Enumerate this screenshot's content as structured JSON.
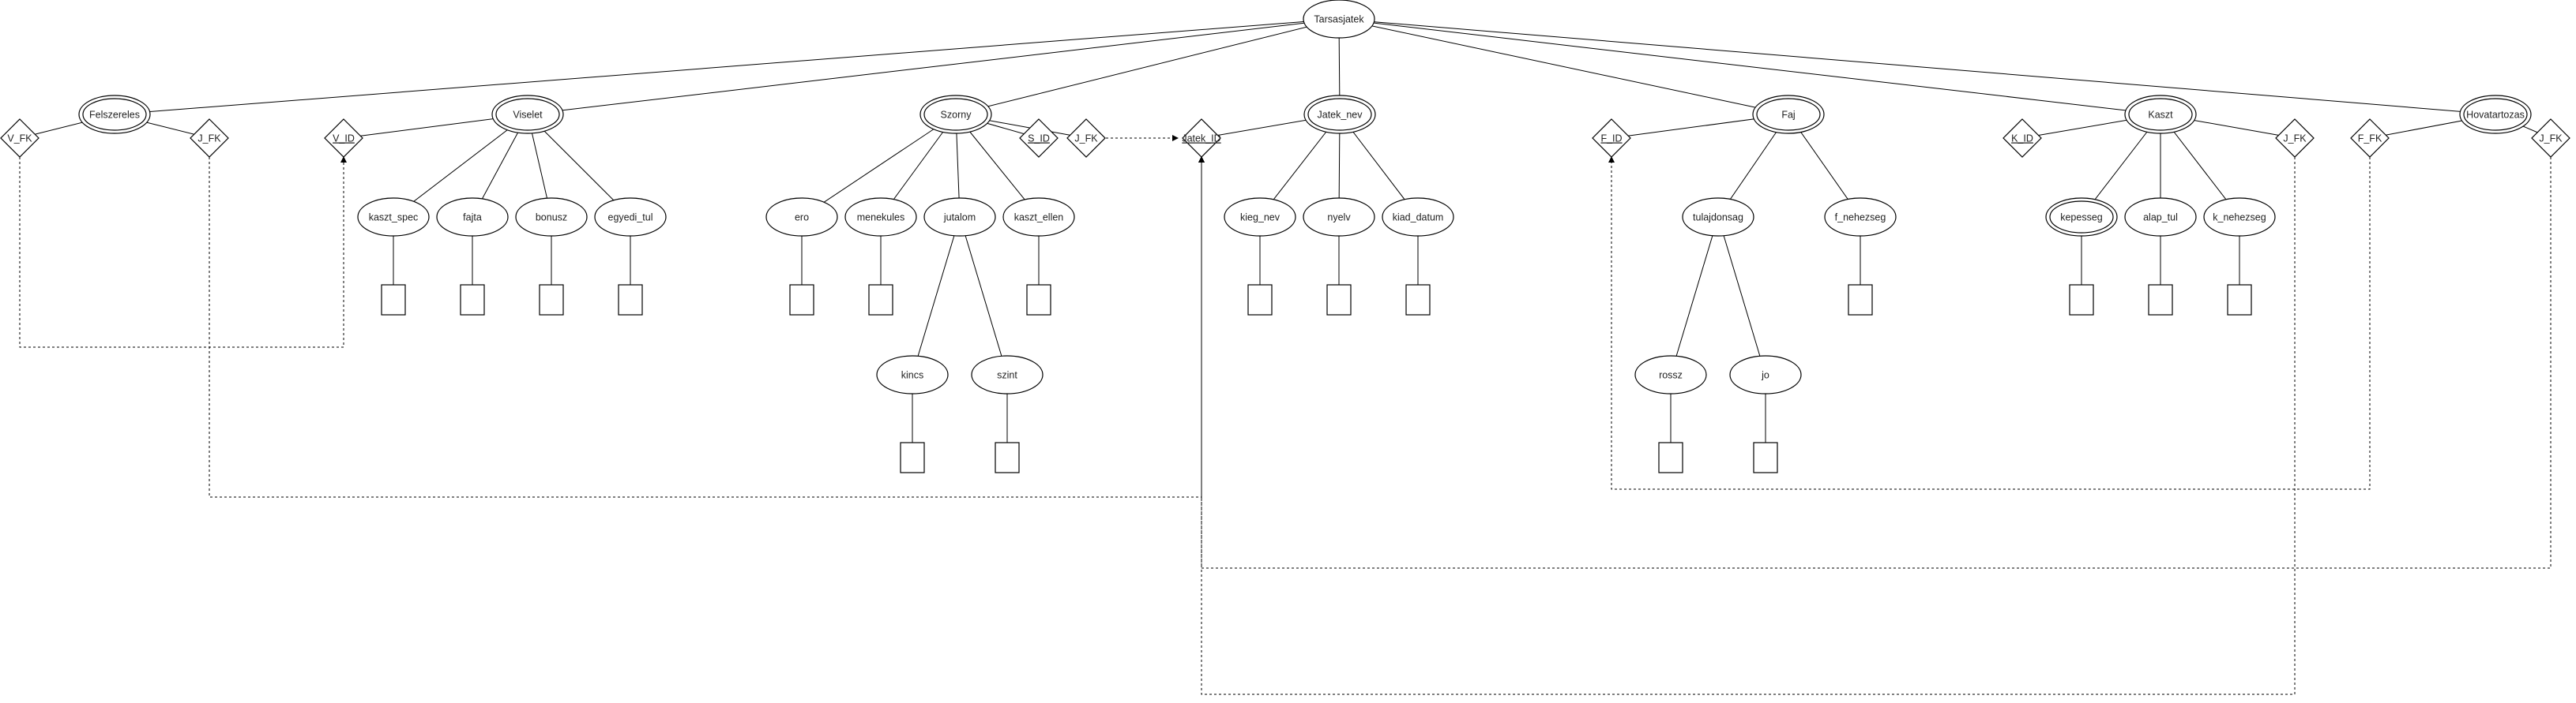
{
  "diagram": {
    "nodes": [
      {
        "id": "tarsasjatek",
        "label": "Tarsasjatek",
        "kind": "ellipse"
      },
      {
        "id": "felszereles",
        "label": "Felszereles",
        "kind": "double"
      },
      {
        "id": "viselet",
        "label": "Viselet",
        "kind": "double"
      },
      {
        "id": "szorny",
        "label": "Szorny",
        "kind": "double"
      },
      {
        "id": "jatek_nev",
        "label": "Jatek_nev",
        "kind": "double"
      },
      {
        "id": "faj",
        "label": "Faj",
        "kind": "double"
      },
      {
        "id": "kaszt",
        "label": "Kaszt",
        "kind": "double"
      },
      {
        "id": "hovatartozas",
        "label": "Hovatartozas",
        "kind": "double"
      },
      {
        "id": "v_fk",
        "label": "V_FK",
        "kind": "diamond"
      },
      {
        "id": "j_fk1",
        "label": "J_FK",
        "kind": "diamond"
      },
      {
        "id": "v_id",
        "label": "V_ID",
        "kind": "diamond",
        "underline": true
      },
      {
        "id": "s_id",
        "label": "S_ID",
        "kind": "diamond",
        "underline": true
      },
      {
        "id": "j_fk2",
        "label": "J_FK",
        "kind": "diamond"
      },
      {
        "id": "jatek_id",
        "label": "Jatek_ID",
        "kind": "diamond",
        "underline": true
      },
      {
        "id": "f_id",
        "label": "F_ID",
        "kind": "diamond",
        "underline": true
      },
      {
        "id": "k_id",
        "label": "K_ID",
        "kind": "diamond",
        "underline": true
      },
      {
        "id": "j_fk3",
        "label": "J_FK",
        "kind": "diamond"
      },
      {
        "id": "f_fk",
        "label": "F_FK",
        "kind": "diamond"
      },
      {
        "id": "j_fk4",
        "label": "J_FK",
        "kind": "diamond"
      },
      {
        "id": "kaszt_spec",
        "label": "kaszt_spec",
        "kind": "ellipse"
      },
      {
        "id": "fajta",
        "label": "fajta",
        "kind": "ellipse"
      },
      {
        "id": "bonusz",
        "label": "bonusz",
        "kind": "ellipse"
      },
      {
        "id": "egyedi_tul",
        "label": "egyedi_tul",
        "kind": "ellipse"
      },
      {
        "id": "ero",
        "label": "ero",
        "kind": "ellipse"
      },
      {
        "id": "menekules",
        "label": "menekules",
        "kind": "ellipse"
      },
      {
        "id": "jutalom",
        "label": "jutalom",
        "kind": "ellipse"
      },
      {
        "id": "kaszt_ellen",
        "label": "kaszt_ellen",
        "kind": "ellipse"
      },
      {
        "id": "kincs",
        "label": "kincs",
        "kind": "ellipse"
      },
      {
        "id": "szint",
        "label": "szint",
        "kind": "ellipse"
      },
      {
        "id": "kieg_nev",
        "label": "kieg_nev",
        "kind": "ellipse"
      },
      {
        "id": "nyelv",
        "label": "nyelv",
        "kind": "ellipse"
      },
      {
        "id": "kiad_datum",
        "label": "kiad_datum",
        "kind": "ellipse"
      },
      {
        "id": "tulajdonsag",
        "label": "tulajdonsag",
        "kind": "ellipse"
      },
      {
        "id": "f_nehezseg",
        "label": "f_nehezseg",
        "kind": "ellipse"
      },
      {
        "id": "rossz",
        "label": "rossz",
        "kind": "ellipse"
      },
      {
        "id": "jo",
        "label": "jo",
        "kind": "ellipse"
      },
      {
        "id": "kepesseg",
        "label": "kepesseg",
        "kind": "double"
      },
      {
        "id": "alap_tul",
        "label": "alap_tul",
        "kind": "ellipse"
      },
      {
        "id": "k_nehezseg",
        "label": "k_nehezseg",
        "kind": "ellipse"
      },
      {
        "id": "b_kaszt_spec",
        "label": "",
        "kind": "box"
      },
      {
        "id": "b_fajta",
        "label": "",
        "kind": "box"
      },
      {
        "id": "b_bonusz",
        "label": "",
        "kind": "box"
      },
      {
        "id": "b_egyedi_tul",
        "label": "",
        "kind": "box"
      },
      {
        "id": "b_ero",
        "label": "",
        "kind": "box"
      },
      {
        "id": "b_menekules",
        "label": "",
        "kind": "box"
      },
      {
        "id": "b_kaszt_ellen",
        "label": "",
        "kind": "box"
      },
      {
        "id": "b_kincs",
        "label": "",
        "kind": "box"
      },
      {
        "id": "b_szint",
        "label": "",
        "kind": "box"
      },
      {
        "id": "b_kieg_nev",
        "label": "",
        "kind": "box"
      },
      {
        "id": "b_nyelv",
        "label": "",
        "kind": "box"
      },
      {
        "id": "b_kiad_datum",
        "label": "",
        "kind": "box"
      },
      {
        "id": "b_f_nehezseg",
        "label": "",
        "kind": "box"
      },
      {
        "id": "b_rossz",
        "label": "",
        "kind": "box"
      },
      {
        "id": "b_jo",
        "label": "",
        "kind": "box"
      },
      {
        "id": "b_kepesseg",
        "label": "",
        "kind": "box"
      },
      {
        "id": "b_alap_tul",
        "label": "",
        "kind": "box"
      },
      {
        "id": "b_k_nehezseg",
        "label": "",
        "kind": "box"
      }
    ],
    "edges": [
      [
        "tarsasjatek",
        "felszereles"
      ],
      [
        "tarsasjatek",
        "viselet"
      ],
      [
        "tarsasjatek",
        "szorny"
      ],
      [
        "tarsasjatek",
        "jatek_nev"
      ],
      [
        "tarsasjatek",
        "faj"
      ],
      [
        "tarsasjatek",
        "kaszt"
      ],
      [
        "tarsasjatek",
        "hovatartozas"
      ],
      [
        "felszereles",
        "v_fk"
      ],
      [
        "felszereles",
        "j_fk1"
      ],
      [
        "viselet",
        "v_id"
      ],
      [
        "viselet",
        "kaszt_spec"
      ],
      [
        "viselet",
        "fajta"
      ],
      [
        "viselet",
        "bonusz"
      ],
      [
        "viselet",
        "egyedi_tul"
      ],
      [
        "szorny",
        "s_id"
      ],
      [
        "szorny",
        "j_fk2"
      ],
      [
        "szorny",
        "ero"
      ],
      [
        "szorny",
        "menekules"
      ],
      [
        "szorny",
        "jutalom"
      ],
      [
        "szorny",
        "kaszt_ellen"
      ],
      [
        "jutalom",
        "kincs"
      ],
      [
        "jutalom",
        "szint"
      ],
      [
        "jatek_nev",
        "jatek_id"
      ],
      [
        "jatek_nev",
        "kieg_nev"
      ],
      [
        "jatek_nev",
        "nyelv"
      ],
      [
        "jatek_nev",
        "kiad_datum"
      ],
      [
        "faj",
        "f_id"
      ],
      [
        "faj",
        "tulajdonsag"
      ],
      [
        "faj",
        "f_nehezseg"
      ],
      [
        "tulajdonsag",
        "rossz"
      ],
      [
        "tulajdonsag",
        "jo"
      ],
      [
        "kaszt",
        "k_id"
      ],
      [
        "kaszt",
        "j_fk3"
      ],
      [
        "kaszt",
        "kepesseg"
      ],
      [
        "kaszt",
        "alap_tul"
      ],
      [
        "kaszt",
        "k_nehezseg"
      ],
      [
        "hovatartozas",
        "f_fk"
      ],
      [
        "hovatartozas",
        "j_fk4"
      ],
      [
        "kaszt_spec",
        "b_kaszt_spec"
      ],
      [
        "fajta",
        "b_fajta"
      ],
      [
        "bonusz",
        "b_bonusz"
      ],
      [
        "egyedi_tul",
        "b_egyedi_tul"
      ],
      [
        "ero",
        "b_ero"
      ],
      [
        "menekules",
        "b_menekules"
      ],
      [
        "kaszt_ellen",
        "b_kaszt_ellen"
      ],
      [
        "kincs",
        "b_kincs"
      ],
      [
        "szint",
        "b_szint"
      ],
      [
        "kieg_nev",
        "b_kieg_nev"
      ],
      [
        "nyelv",
        "b_nyelv"
      ],
      [
        "kiad_datum",
        "b_kiad_datum"
      ],
      [
        "f_nehezseg",
        "b_f_nehezseg"
      ],
      [
        "rossz",
        "b_rossz"
      ],
      [
        "jo",
        "b_jo"
      ],
      [
        "kepesseg",
        "b_kepesseg"
      ],
      [
        "alap_tul",
        "b_alap_tul"
      ],
      [
        "k_nehezseg",
        "b_k_nehezseg"
      ]
    ],
    "references": [
      {
        "from": "v_fk",
        "to": "v_id"
      },
      {
        "from": "j_fk1",
        "to": "jatek_id"
      },
      {
        "from": "j_fk2",
        "to": "jatek_id"
      },
      {
        "from": "j_fk3",
        "to": "jatek_id"
      },
      {
        "from": "f_fk",
        "to": "f_id"
      },
      {
        "from": "j_fk4",
        "to": "jatek_id"
      }
    ]
  }
}
